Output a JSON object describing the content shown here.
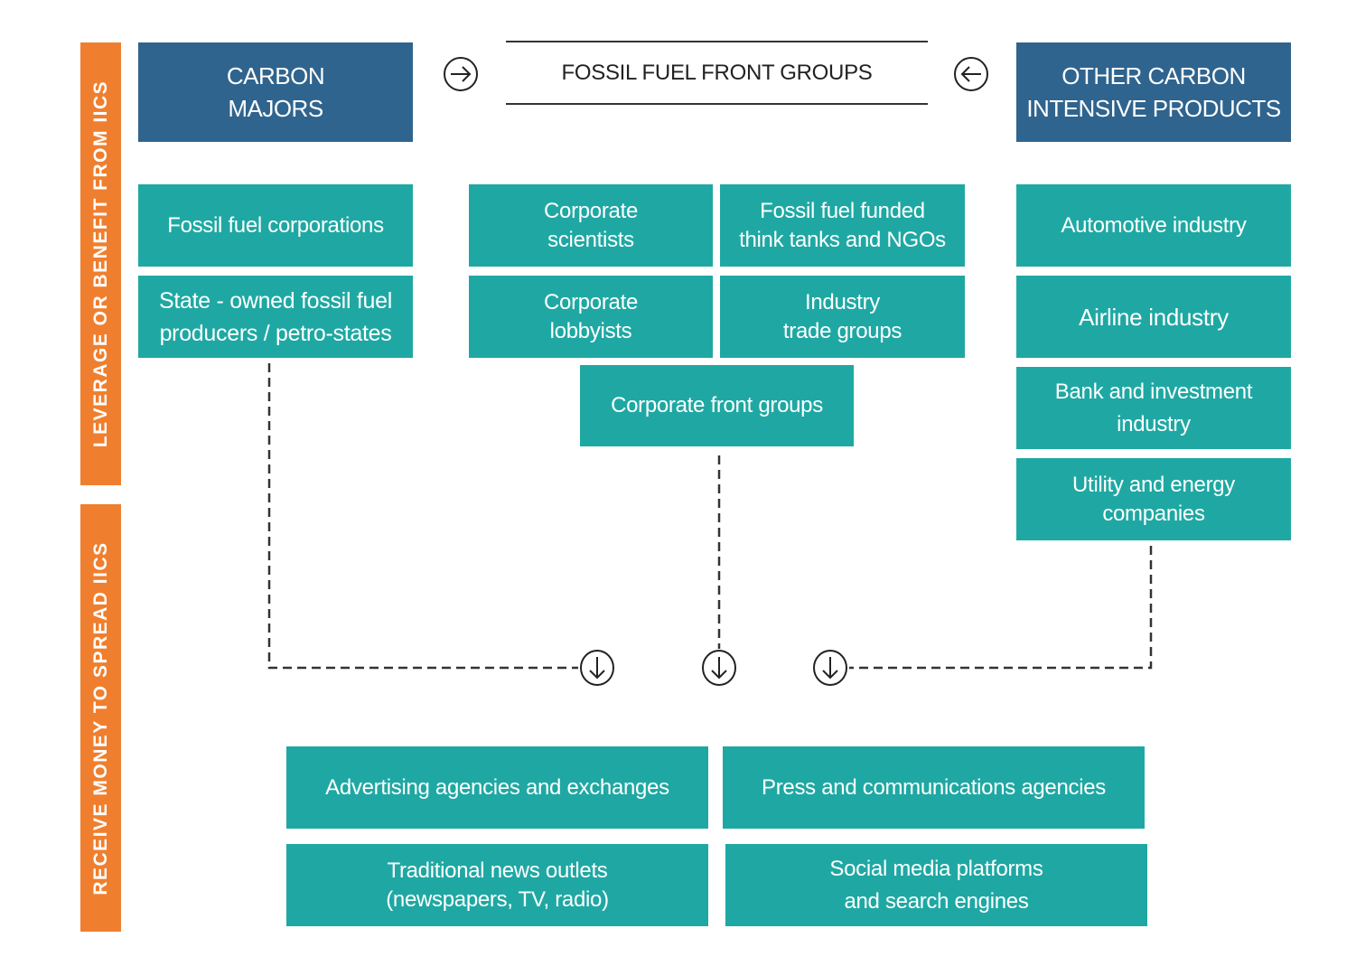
{
  "side_labels": {
    "top": "LEVERAGE OR BENEFIT FROM IICS",
    "bottom": "RECEIVE MONEY TO SPREAD IICS"
  },
  "headers": {
    "carbon_majors": "CARBON\nMAJORS",
    "front_groups": "FOSSIL FUEL FRONT GROUPS",
    "other_carbon": "OTHER CARBON\nINTENSIVE PRODUCTS"
  },
  "icons": {
    "arrow_right": "arrow-right-circle-icon",
    "arrow_left": "arrow-left-circle-icon",
    "arrow_down": "arrow-down-circle-icon"
  },
  "carbon_majors": [
    "Fossil fuel corporations",
    "State - owned fossil fuel\nproducers / petro-states"
  ],
  "front_groups": {
    "grid": [
      "Corporate\nscientists",
      "Fossil fuel funded\nthink tanks and NGOs",
      "Corporate\nlobbyists",
      "Industry\ntrade groups"
    ],
    "bottom": "Corporate front groups"
  },
  "other_carbon": [
    "Automotive industry",
    "Airline industry",
    "Bank and investment\nindustry",
    "Utility and energy\ncompanies"
  ],
  "recipients": [
    "Advertising agencies and exchanges",
    "Press and communications agencies",
    "Traditional news outlets\n(newspapers, TV, radio)",
    "Social media platforms\nand search engines"
  ],
  "colors": {
    "orange": "#ef7f2e",
    "navy": "#2f648e",
    "teal": "#1fa8a3"
  }
}
